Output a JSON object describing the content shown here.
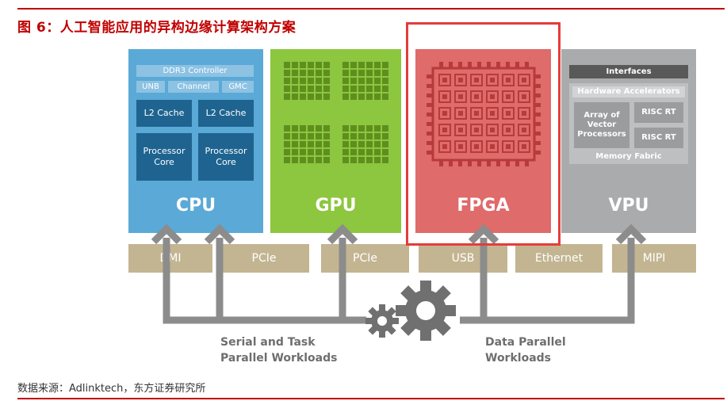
{
  "figure_title": "图 6：人工智能应用的异构边缘计算架构方案",
  "cpu": {
    "label": "CPU",
    "ddr3": "DDR3 Controller",
    "unb": "UNB",
    "channel": "Channel",
    "gmc": "GMC",
    "l2_cache_1": "L2 Cache",
    "l2_cache_2": "L2 Cache",
    "core_1": "Processor Core",
    "core_2": "Processor Core"
  },
  "gpu": {
    "label": "GPU"
  },
  "fpga": {
    "label": "FPGA"
  },
  "vpu": {
    "label": "VPU",
    "interfaces": "Interfaces",
    "hw_acc": "Hardware Accelerators",
    "array": "Array of Vector Processors",
    "risc_1": "RISC RT",
    "risc_2": "RISC RT",
    "memory": "Memory Fabric"
  },
  "ports": [
    "DMI",
    "PCIe",
    "PCIe",
    "USB",
    "Ethernet",
    "MIPI"
  ],
  "workloads": {
    "serial": "Serial and Task Parallel Workloads",
    "data": "Data Parallel Workloads"
  },
  "source": "数据来源：Adlinktech，东方证券研究所",
  "colors": {
    "accent_red": "#c00000",
    "cpu": "#5aa9d6",
    "gpu": "#8dc63f",
    "fpga": "#df6b6b",
    "vpu": "#a9abac",
    "port": "#c3b591",
    "arrow": "#8c8c8c"
  }
}
